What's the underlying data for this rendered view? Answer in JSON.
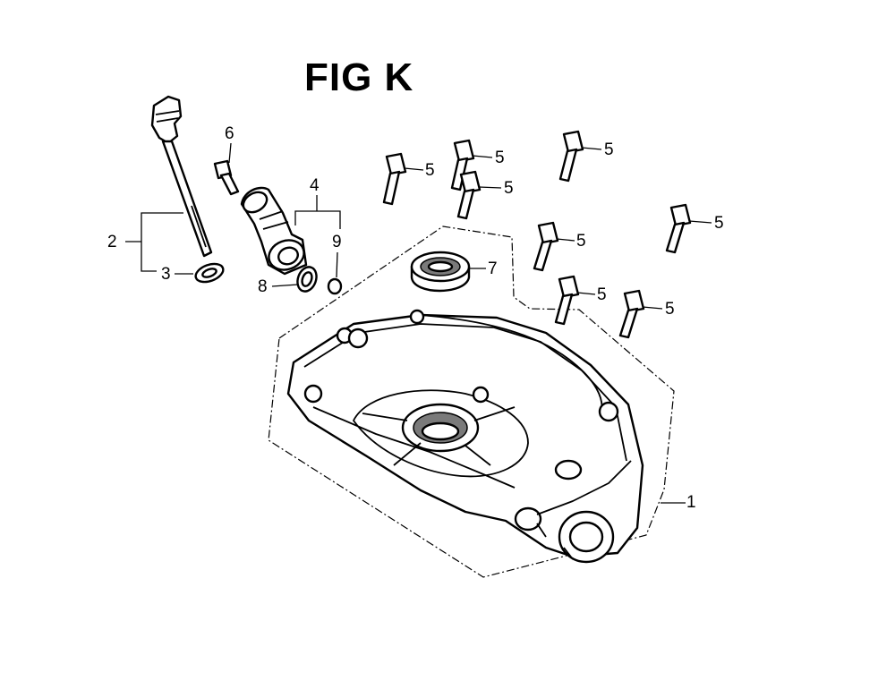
{
  "title": "FIG K",
  "callouts": {
    "c1": "1",
    "c2": "2",
    "c3": "3",
    "c4": "4",
    "c5a": "5",
    "c5b": "5",
    "c5c": "5",
    "c5d": "5",
    "c5e": "5",
    "c5f": "5",
    "c5g": "5",
    "c5h": "5",
    "c6": "6",
    "c7": "7",
    "c8": "8",
    "c9": "9"
  }
}
